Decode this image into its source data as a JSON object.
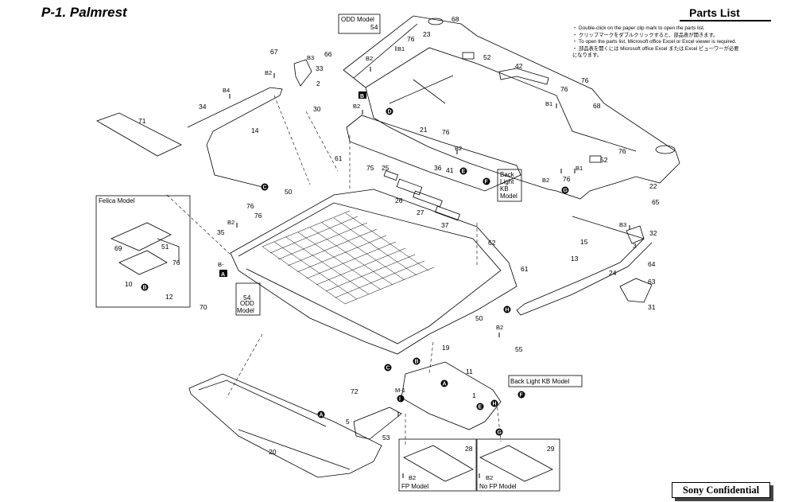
{
  "header": {
    "title": "P-1. Palmrest",
    "parts_list": "Parts List"
  },
  "notes": [
    "・ Double-click on the paper clip mark to open the parts list.",
    "・ クリップマークをダブルクリックすると、部品表が開きます。",
    "・ To open the parts list, Microsoft office Excel or Excel viewer is required.",
    "・ 部品表を開くには Microsoft office Excel または Excel ビューワーが必要",
    "   になります。"
  ],
  "footer": {
    "confidential": "Sony Confidential"
  },
  "boxes": {
    "odd_top": "ODD Model",
    "felica": "Felica Model",
    "odd_left": "ODD",
    "odd_left2": "Model",
    "back_light_kb": "Back Light KB Model",
    "backlight_a": "Back",
    "backlight_b": "Light",
    "backlight_c": "KB",
    "backlight_d": "Model",
    "fp": "FP Model",
    "no_fp": "No FP Model"
  },
  "callouts": {
    "n1": "1",
    "n2": "2",
    "n3": "3",
    "n5": "5",
    "n10": "10",
    "n11": "11",
    "n12": "12",
    "n13": "13",
    "n14": "14",
    "n15": "15",
    "n19": "19",
    "n20": "20",
    "n21": "21",
    "n22": "22",
    "n23": "23",
    "n24": "24",
    "n25": "25",
    "n26": "26",
    "n27": "27",
    "n28": "28",
    "n29": "29",
    "n30": "30",
    "n31": "31",
    "n32": "32",
    "n33": "33",
    "n34": "34",
    "n35": "35",
    "n36": "36",
    "n37": "37",
    "n41": "41",
    "n42": "42",
    "n50": "50",
    "n50b": "50",
    "n51": "51",
    "n52": "52",
    "n52b": "52",
    "n53": "53",
    "n54": "54",
    "n54b": "54",
    "n55": "55",
    "n61": "61",
    "n61b": "61",
    "n62": "62",
    "n63": "63",
    "n64": "64",
    "n65": "65",
    "n66": "66",
    "n67": "67",
    "n68": "68",
    "n68b": "68",
    "n69": "69",
    "n70": "70",
    "n71": "71",
    "n72": "72",
    "n75": "75",
    "n76a": "76",
    "n76b": "76",
    "n76c": "76",
    "n76d": "76",
    "n76e": "76",
    "n76f": "76",
    "n76g": "76",
    "n76h": "76",
    "n76i": "76",
    "b1a": "B1",
    "b1b": "B1",
    "b1c": "B1",
    "b2a": "B2",
    "b2b": "B2",
    "b2c": "B2",
    "b2d": "B2",
    "b2e": "B2",
    "b2f": "B2",
    "b2g": "B2",
    "b2h": "B2",
    "b2i": "B2",
    "b3a": "B3",
    "b3b": "B3",
    "b4": "B4",
    "bdash": "B-",
    "m1": "M-1",
    "ref_a": "A",
    "ref_b": "B",
    "ref_c": "C",
    "ref_d": "D",
    "ref_e": "E",
    "ref_f": "F",
    "ref_g": "G",
    "ref_h": "H",
    "ref_i": "I"
  }
}
